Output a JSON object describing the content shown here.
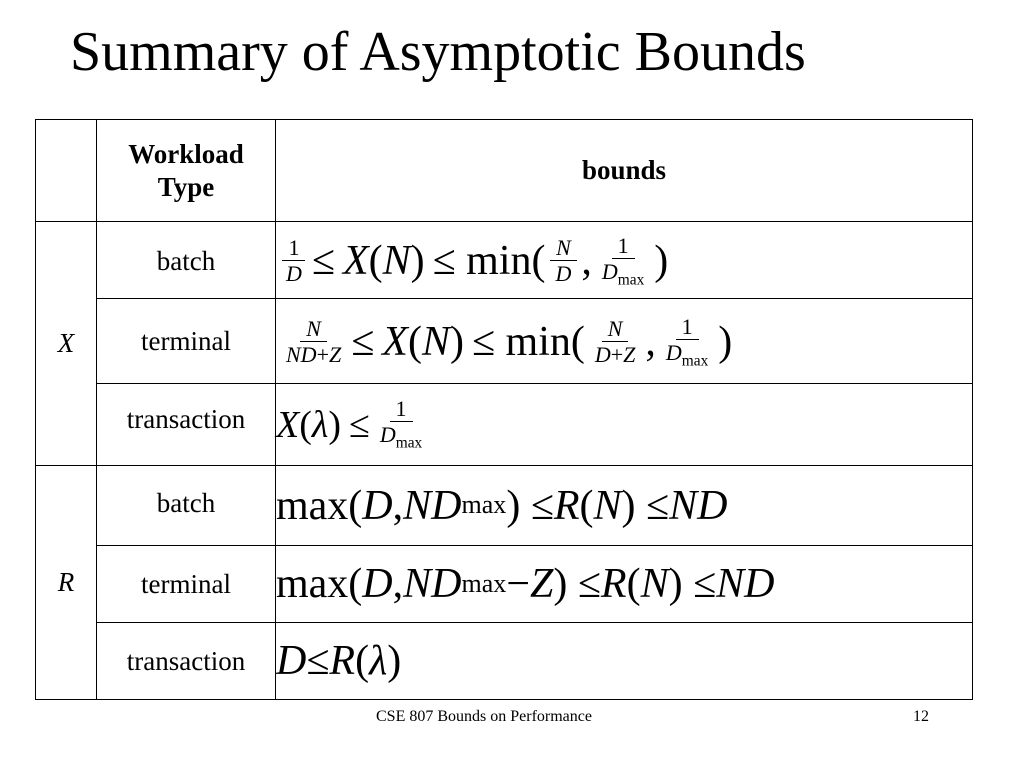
{
  "slide": {
    "title": "Summary of Asymptotic Bounds",
    "footer": "CSE 807  Bounds on Performance",
    "page_number": "12"
  },
  "table": {
    "header": {
      "workload_line1": "Workload",
      "workload_line2": "Type",
      "bounds": "bounds"
    },
    "groups": {
      "x": {
        "label": "X"
      },
      "r": {
        "label": "R"
      }
    },
    "rows": [
      {
        "type": "batch"
      },
      {
        "type": "terminal"
      },
      {
        "type": "transaction"
      },
      {
        "type": "batch"
      },
      {
        "type": "terminal"
      },
      {
        "type": "transaction"
      }
    ]
  }
}
